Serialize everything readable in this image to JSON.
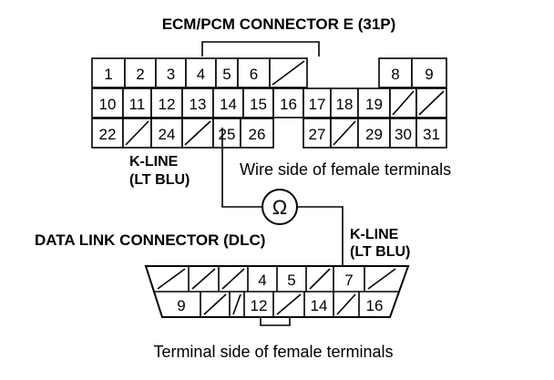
{
  "ecm": {
    "title": "ECM/PCM CONNECTOR E (31P)",
    "row1": [
      "1",
      "2",
      "3",
      "4",
      "5",
      "6",
      "",
      "",
      "8",
      "9"
    ],
    "row2": [
      "10",
      "11",
      "12",
      "13",
      "14",
      "15",
      "16",
      "17",
      "18",
      "19",
      "",
      ""
    ],
    "row3": [
      "22",
      "",
      "24",
      "",
      "25",
      "26",
      "",
      "27",
      "",
      "29",
      "30",
      "31"
    ],
    "side_label": "Wire side of female terminals",
    "wire_label_line1": "K-LINE",
    "wire_label_line2": "(LT BLU)"
  },
  "meter": {
    "symbol": "Ω"
  },
  "dlc": {
    "title": "DATA LINK CONNECTOR (DLC)",
    "row1": [
      "",
      "",
      "",
      "4",
      "5",
      "",
      "7",
      ""
    ],
    "row2": [
      "9",
      "",
      "",
      "12",
      "",
      "14",
      "",
      "16"
    ],
    "side_label": "Terminal side of female terminals",
    "wire_label_line1": "K-LINE",
    "wire_label_line2": "(LT BLU)"
  }
}
